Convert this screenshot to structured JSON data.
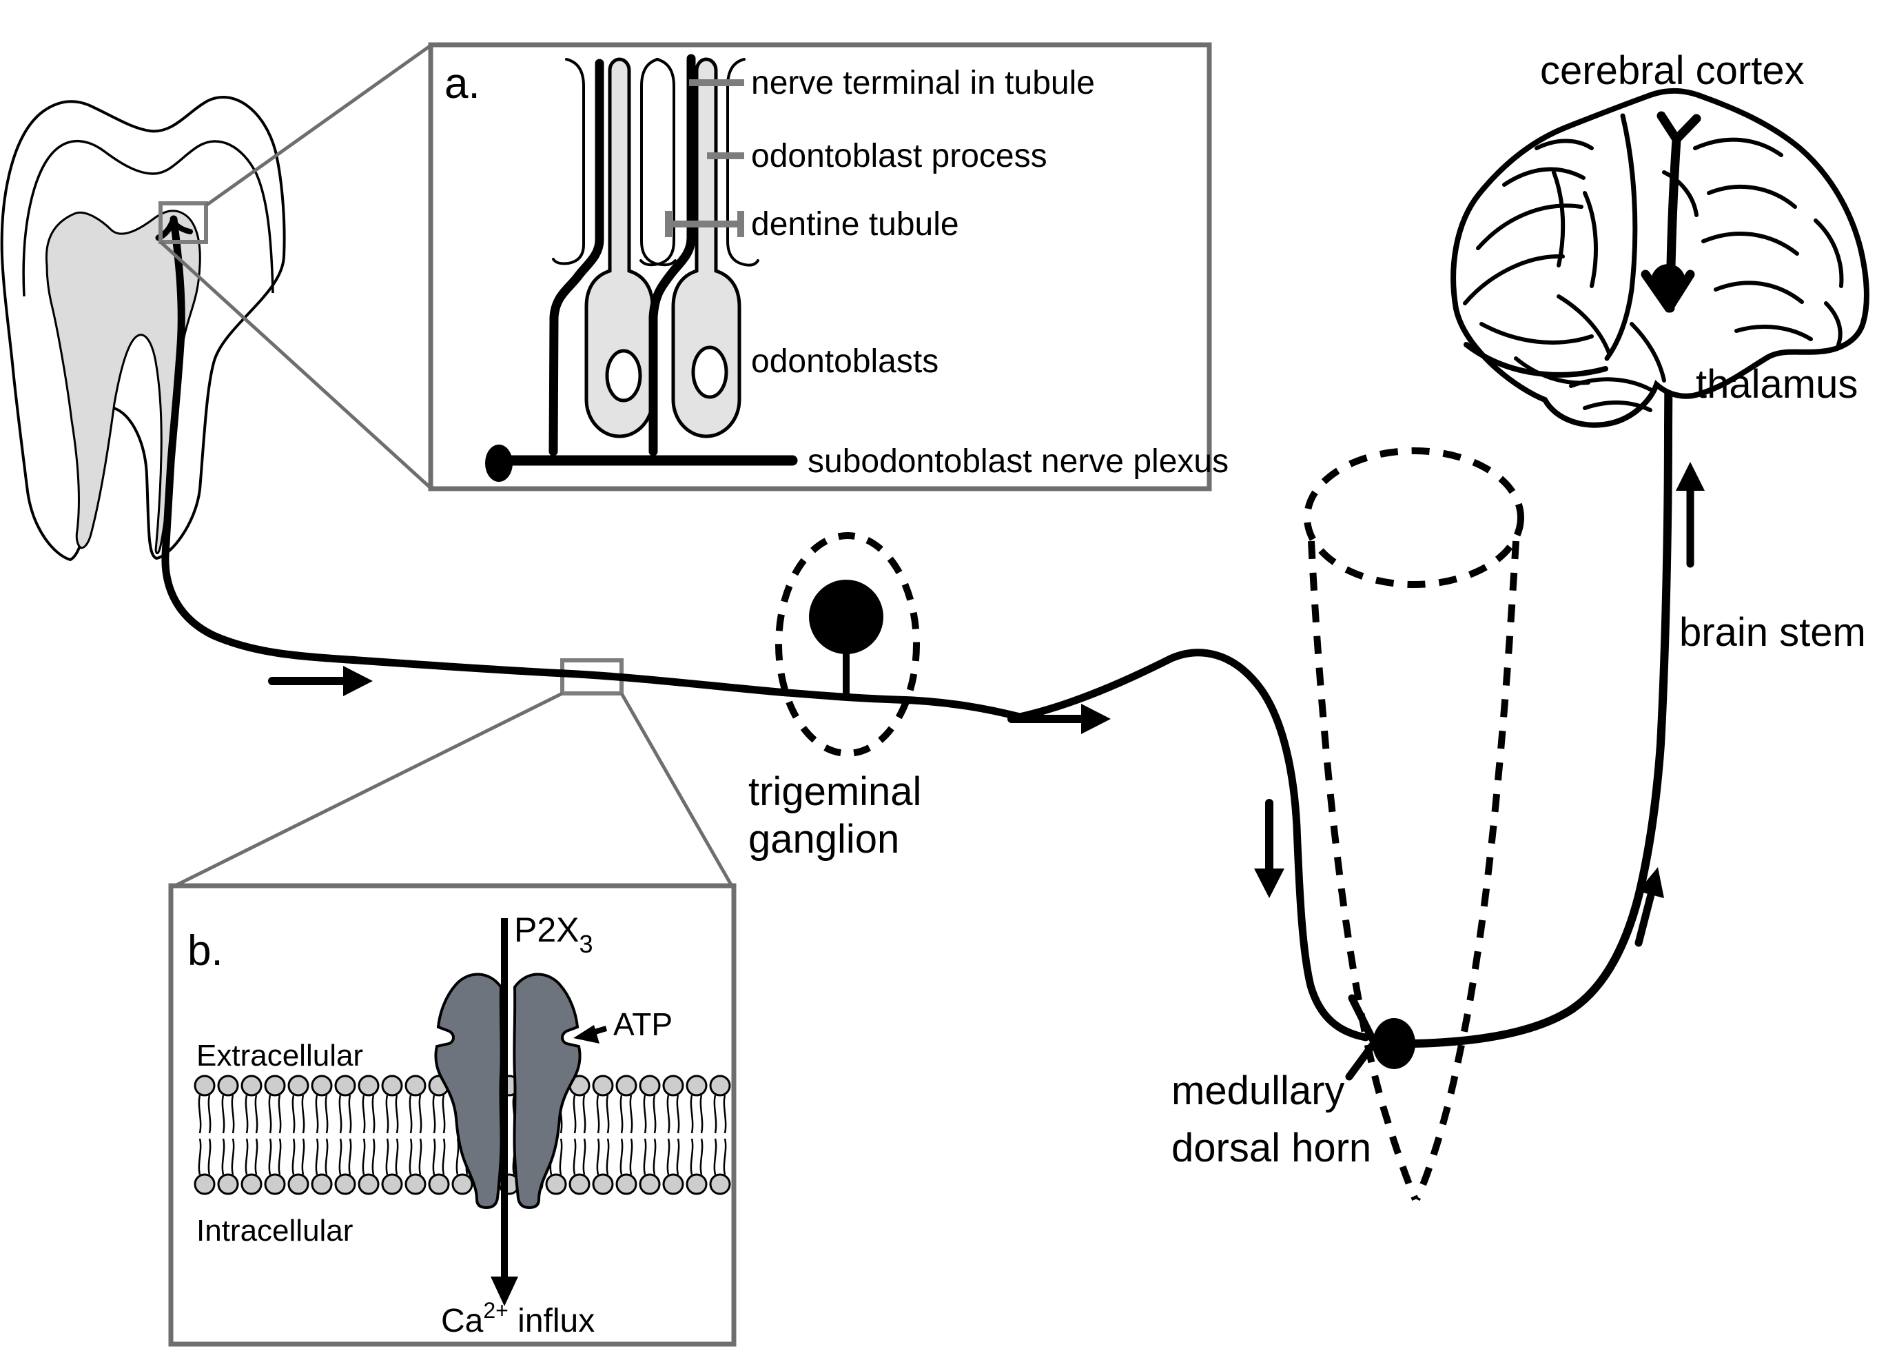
{
  "figure": {
    "panel_a_tag": "a.",
    "panel_b_tag": "b.",
    "labels": {
      "nerve_terminal": "nerve terminal in tubule",
      "odontoblast_process": "odontoblast process",
      "dentine_tubule": "dentine tubule",
      "odontoblasts": "odontoblasts",
      "subodontoblast_plexus": "subodontoblast nerve plexus",
      "trigeminal_line1": "trigeminal",
      "trigeminal_line2": "ganglion",
      "cerebral_cortex": "cerebral cortex",
      "thalamus": "thalamus",
      "brain_stem": "brain stem",
      "medullary_line1": "medullary",
      "medullary_line2": "dorsal horn",
      "extracellular": "Extracellular",
      "intracellular": "Intracellular",
      "atp": "ATP",
      "receptor_name": "P2X",
      "receptor_subscript": "3",
      "ca_base": "Ca",
      "ca_superscript": "2+",
      "ca_suffix": " influx"
    },
    "colors": {
      "background": "#ffffff",
      "ink": "#000000",
      "inset_border": "#6e6e6e",
      "pointer_gray": "#7d7d7d",
      "pulp_gray": "#dcdcdc",
      "cell_gray": "#e3e3e3",
      "membrane_head_gray": "#cdcdcd",
      "receptor_gray": "#6e747e"
    }
  }
}
